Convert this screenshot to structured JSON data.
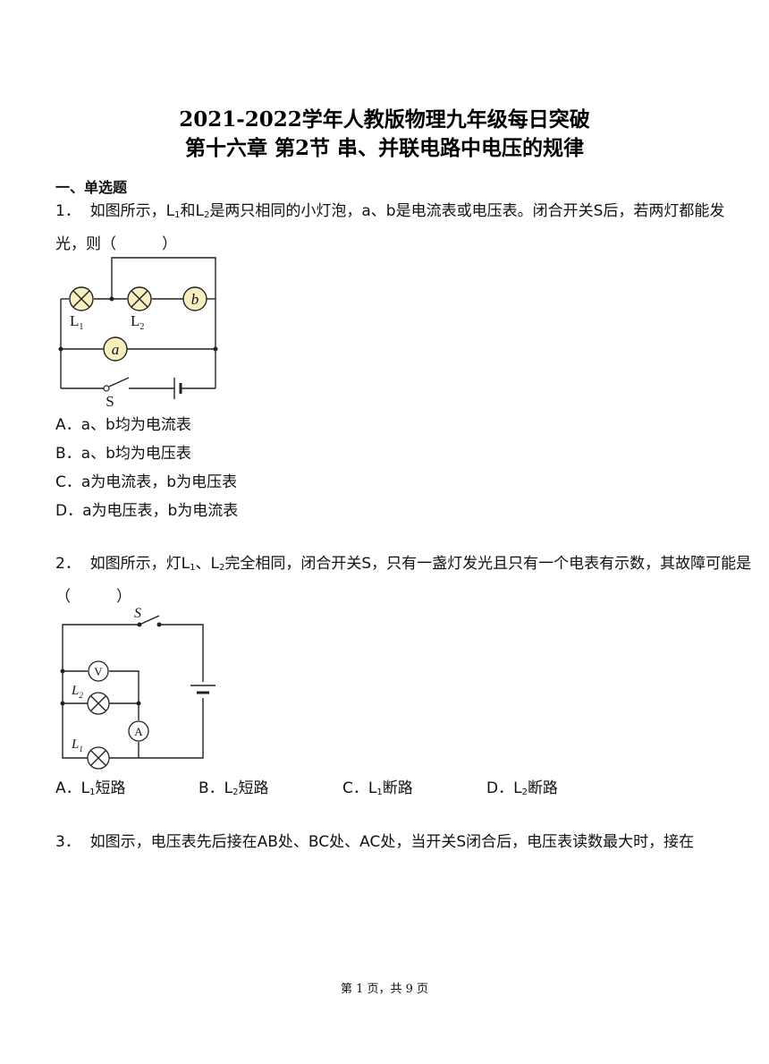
{
  "title": {
    "line1": "2021-2022学年人教版物理九年级每日突破",
    "line2": "第十六章 第2节 串、并联电路中电压的规律"
  },
  "section": "一、单选题",
  "q1": {
    "number": "1．",
    "text_a": "如图所示，L",
    "sub1": "1",
    "text_b": "和L",
    "sub2": "2",
    "text_c": "是两只相同的小灯泡，a、b是电流表或电压表。闭合开关S后，若两灯都能发光，则（　　　）",
    "figure": {
      "label_l": "L",
      "label_l1_sub": "1",
      "label_l2_sub": "2",
      "meter_a": "a",
      "meter_b": "b",
      "switch": "S"
    },
    "options": [
      "A．a、b均为电流表",
      "B．a、b均为电压表",
      "C．a为电流表，b为电压表",
      "D．a为电压表，b为电流表"
    ]
  },
  "q2": {
    "number": "2．",
    "text_a": "如图所示，灯L",
    "sub1": "1",
    "text_b": "、L",
    "sub2": "2",
    "text_c": "完全相同，闭合开关S，只有一盏灯发光且只有一个电表有示数，其故障可能是（　　　）",
    "figure": {
      "switch": "S",
      "voltmeter": "V",
      "ammeter": "A",
      "lamp": "L",
      "l1_sub": "1",
      "l2_sub": "2"
    },
    "options": [
      {
        "pre": "A．L",
        "sub": "1",
        "post": "短路"
      },
      {
        "pre": "B．L",
        "sub": "2",
        "post": "短路"
      },
      {
        "pre": "C．L",
        "sub": "1",
        "post": "断路"
      },
      {
        "pre": "D．L",
        "sub": "2",
        "post": "断路"
      }
    ]
  },
  "q3": {
    "number": "3．",
    "text": "如图示，电压表先后接在AB处、BC处、AC处，当开关S闭合后，电压表读数最大时，接在"
  },
  "footer": "第 1 页，共 9 页"
}
